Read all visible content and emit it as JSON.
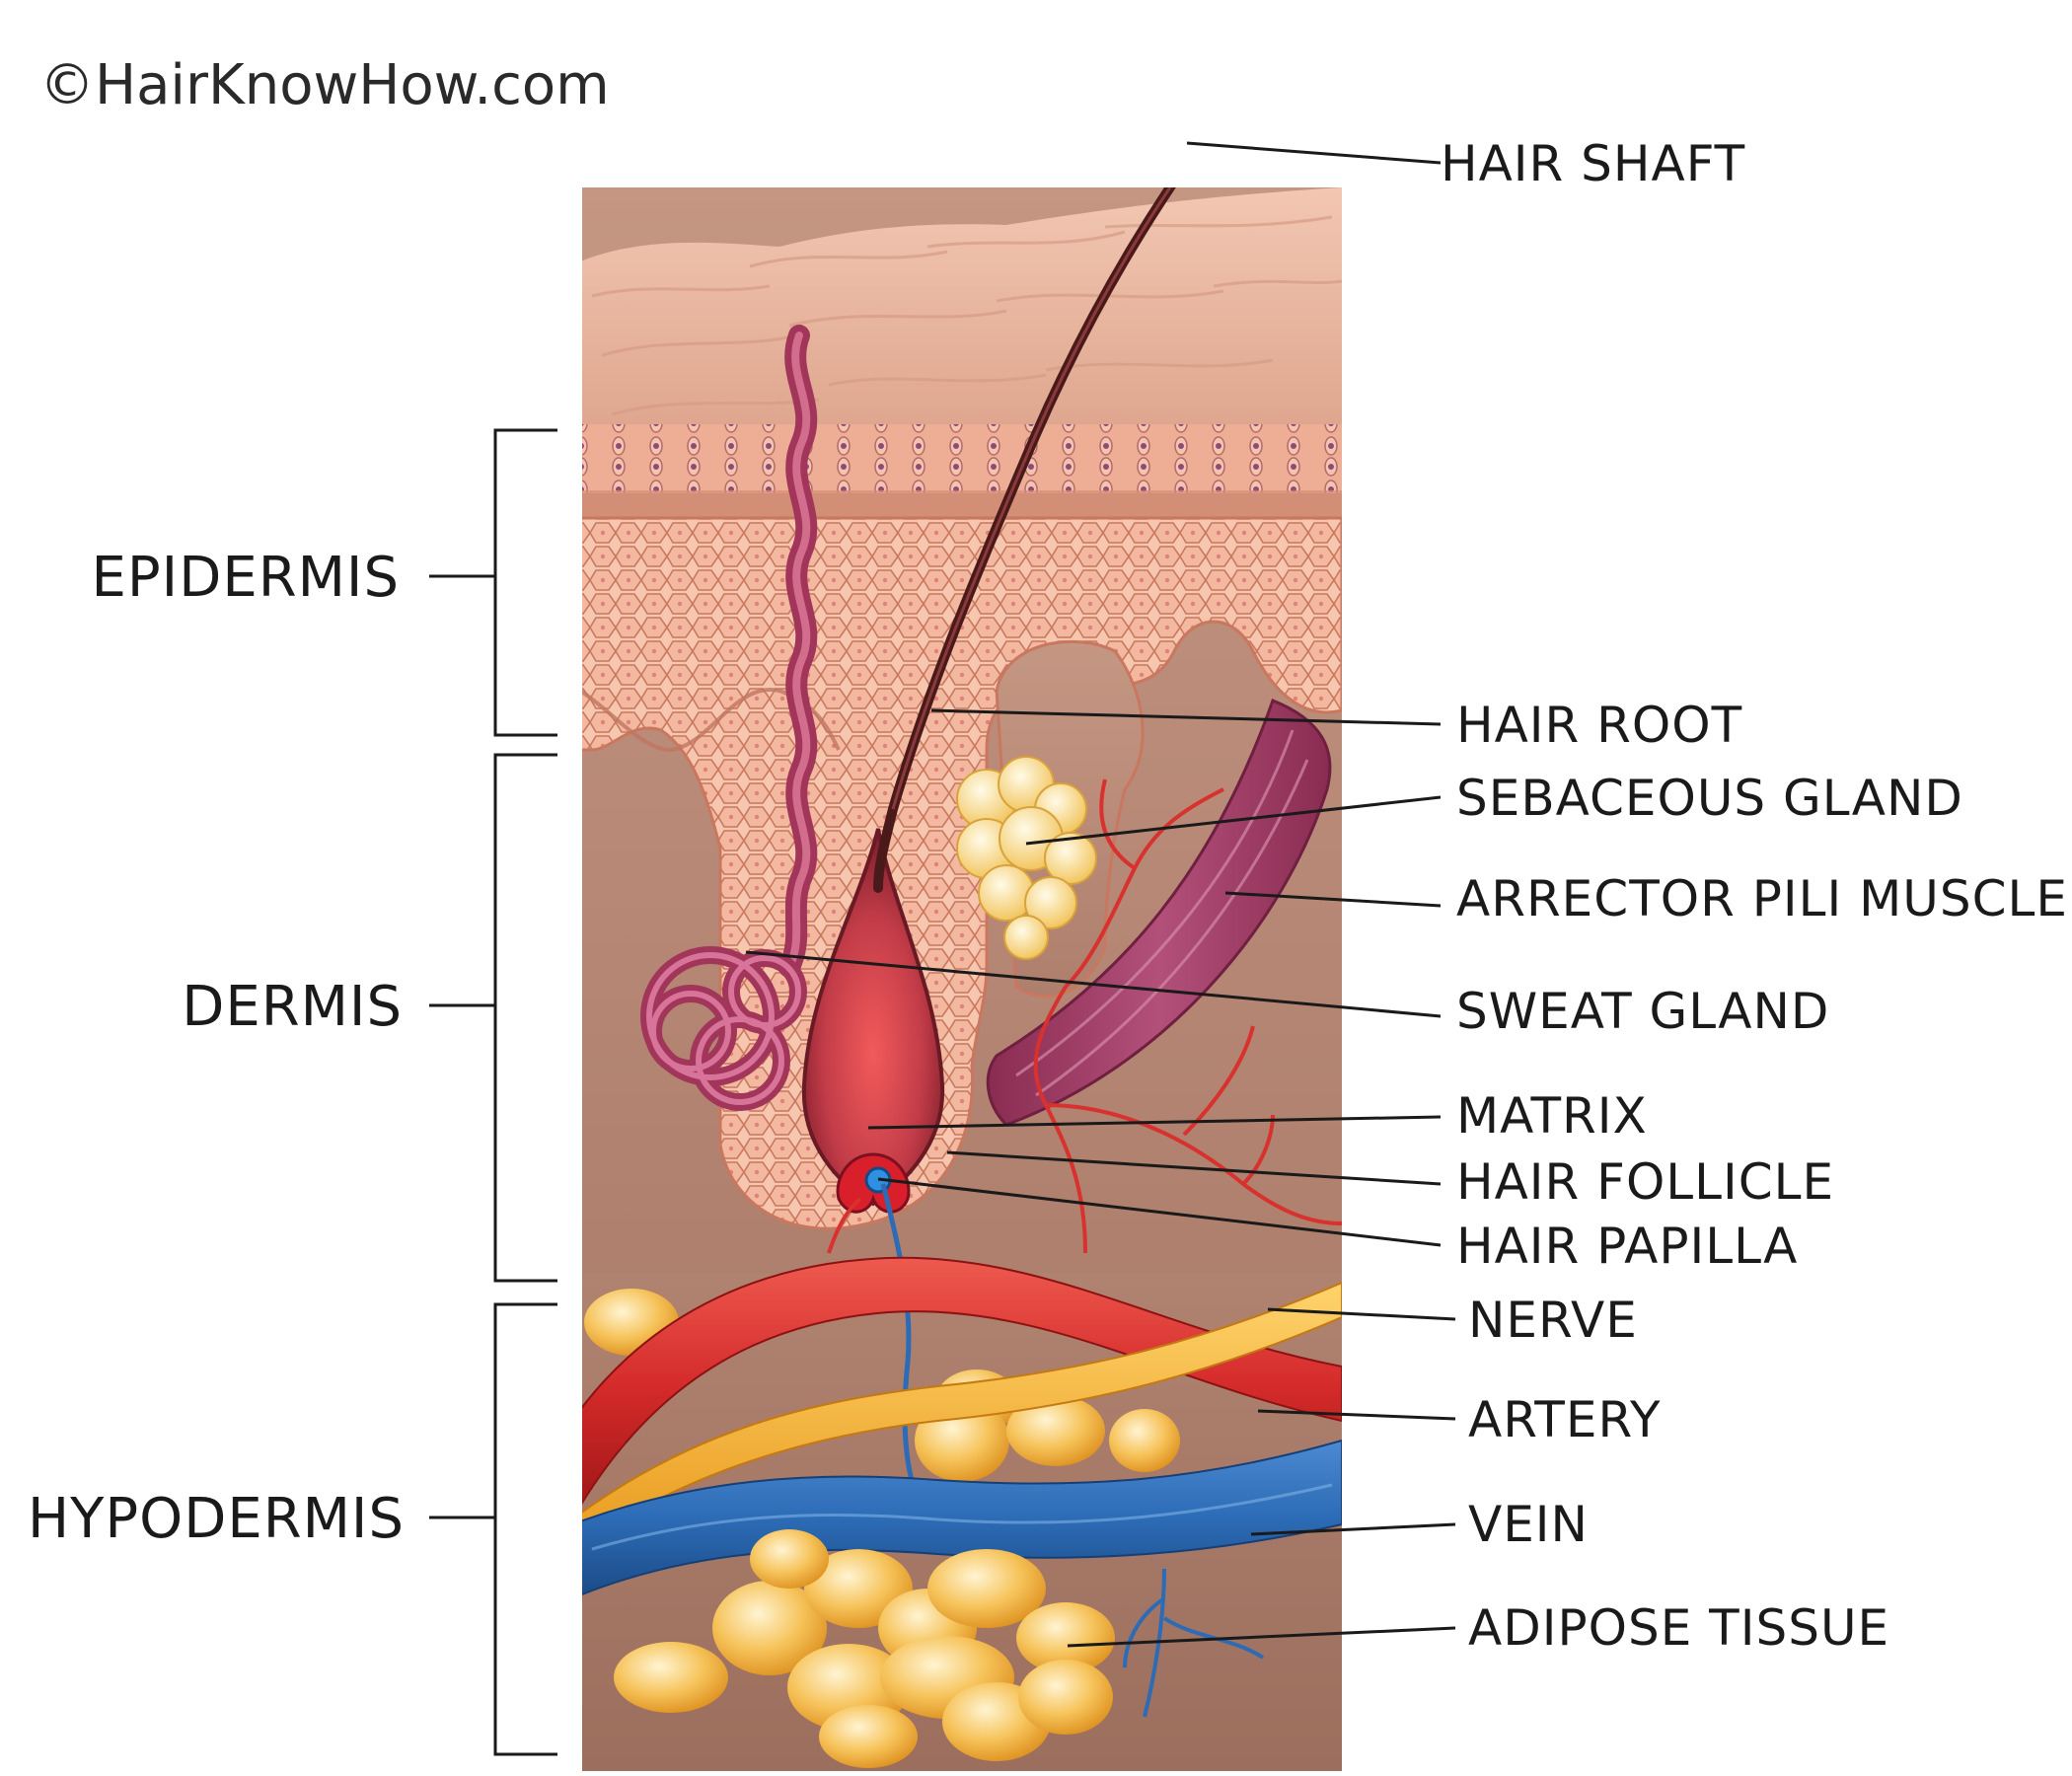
{
  "watermark": "©HairKnowHow.com",
  "layers": [
    {
      "id": "epidermis",
      "label": "EPIDERMIS"
    },
    {
      "id": "dermis",
      "label": "DERMIS"
    },
    {
      "id": "hypodermis",
      "label": "HYPODERMIS"
    }
  ],
  "parts": [
    {
      "id": "hair-shaft",
      "label": "HAIR SHAFT"
    },
    {
      "id": "hair-root",
      "label": "HAIR ROOT"
    },
    {
      "id": "sebaceous-gland",
      "label": "SEBACEOUS GLAND"
    },
    {
      "id": "arrector-pili-muscle",
      "label": "ARRECTOR PILI MUSCLE"
    },
    {
      "id": "sweat-gland",
      "label": "SWEAT GLAND"
    },
    {
      "id": "matrix",
      "label": "MATRIX"
    },
    {
      "id": "hair-follicle",
      "label": "HAIR FOLLICLE"
    },
    {
      "id": "hair-papilla",
      "label": "HAIR PAPILLA"
    },
    {
      "id": "nerve",
      "label": "NERVE"
    },
    {
      "id": "artery",
      "label": "ARTERY"
    },
    {
      "id": "vein",
      "label": "VEIN"
    },
    {
      "id": "adipose-tissue",
      "label": "ADIPOSE TISSUE"
    }
  ],
  "colors": {
    "skin_surface": "#e8b29c",
    "epidermis": "#f0bca3",
    "dermis": "#b98874",
    "hypodermis": "#a87a68",
    "hair": "#4a1a1a",
    "artery": "#d42a2a",
    "vein": "#2c6bb5",
    "nerve": "#f2b234",
    "fat": "#f4b23c",
    "sweat_gland": "#b03a63",
    "muscle": "#9c3a5e",
    "sebaceous": "#f7d27a"
  }
}
